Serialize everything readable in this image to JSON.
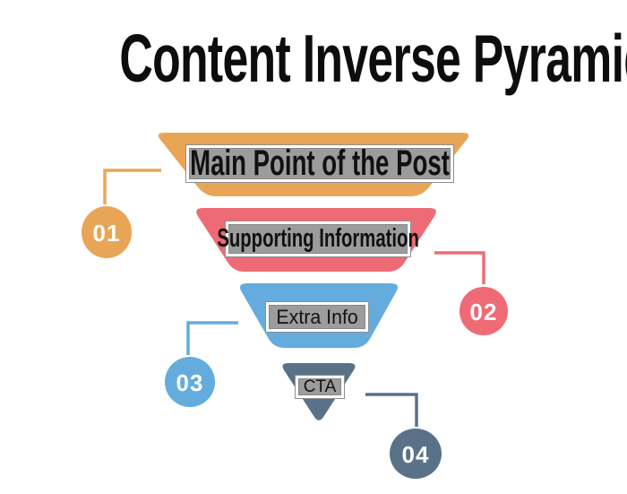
{
  "background": "#FFFFFF",
  "title": {
    "text": "Content Inverse Pyramid",
    "color": "#0D0D0D"
  },
  "label_box": {
    "fill": "#9C9C9C",
    "border_color": "#FFFFFF",
    "edge_color": "#8F8F8F",
    "text_color": "#111111"
  },
  "number_text_color": "#FFFFFF",
  "steps": [
    {
      "number": "01",
      "label": "Main Point of the Post",
      "color": "#E9A556"
    },
    {
      "number": "02",
      "label": "Supporting Information",
      "color": "#EE6B75"
    },
    {
      "number": "03",
      "label": "Extra Info",
      "color": "#64ACDE"
    },
    {
      "number": "04",
      "label": "CTA",
      "color": "#5A7288"
    }
  ]
}
